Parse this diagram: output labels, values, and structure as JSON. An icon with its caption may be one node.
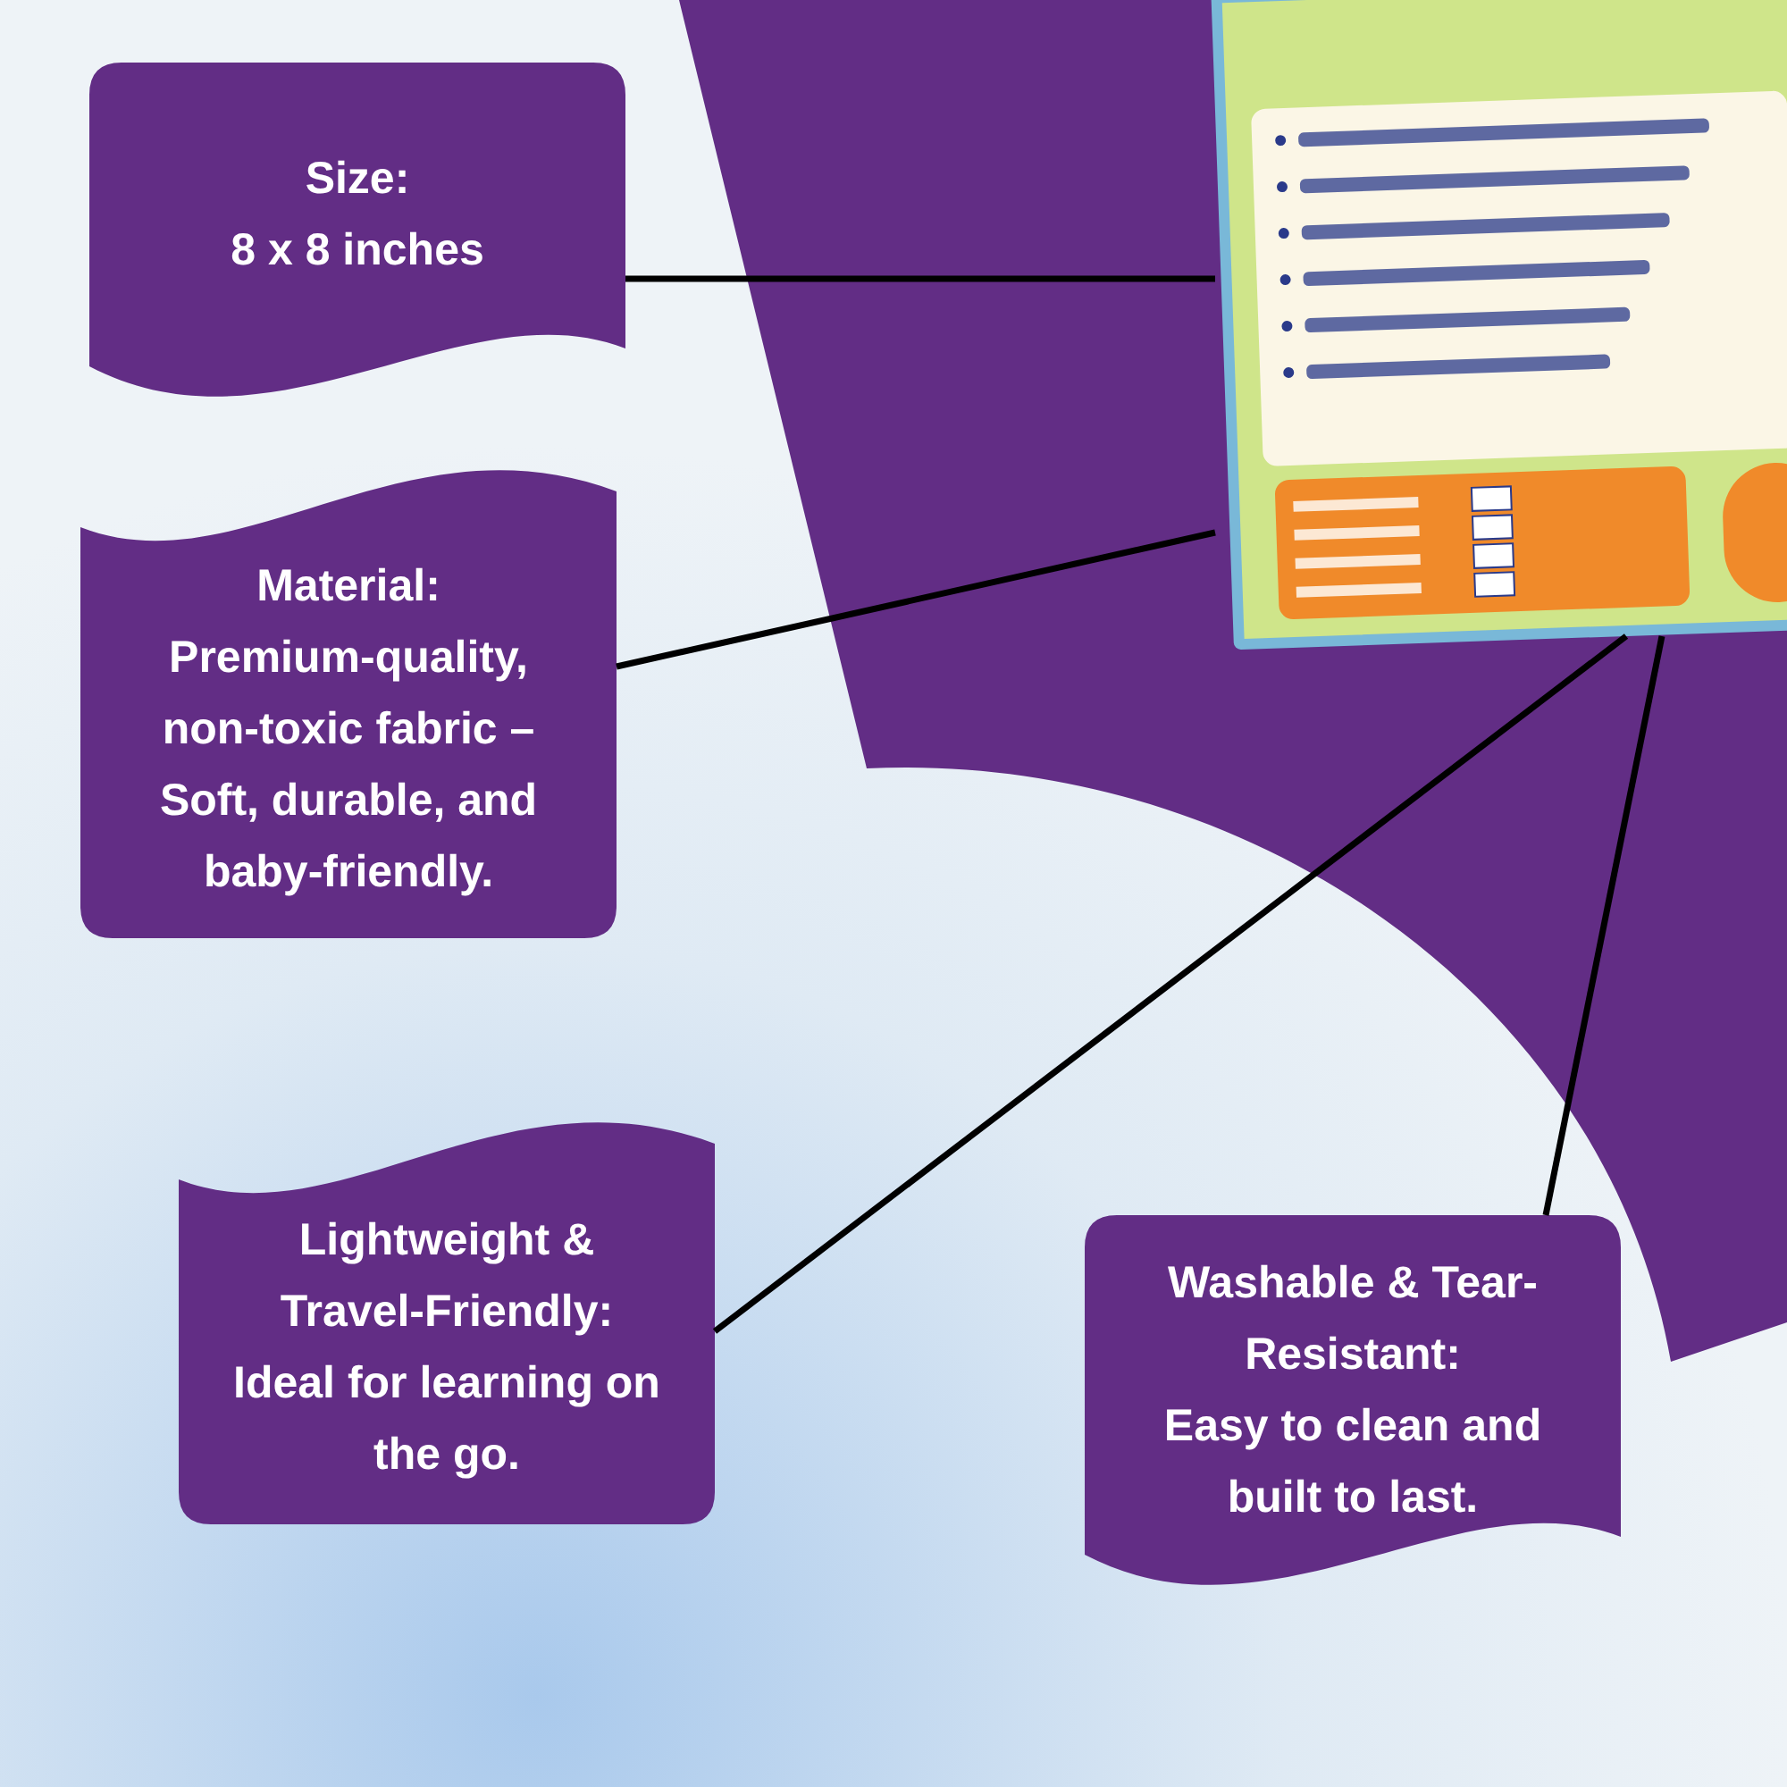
{
  "diagram": {
    "nodes": [
      {
        "text": [
          "Size:",
          "8 x 8 inches"
        ]
      },
      {
        "text": [
          "Material:",
          "Premium-quality, non-toxic fabric – Soft, durable, and baby-friendly."
        ]
      },
      {
        "text": [
          "Lightweight & Travel-Friendly:",
          "Ideal for learning on the go."
        ]
      },
      {
        "text": [
          "Washable & Tear-Resistant:",
          "Easy to clean and built to last."
        ]
      },
      {
        "text": [],
        "shape": "picture"
      }
    ],
    "edges": [
      {
        "from": 0,
        "to": 4,
        "arrow": "none"
      },
      {
        "from": 1,
        "to": 4,
        "arrow": "none"
      },
      {
        "from": 2,
        "to": 4,
        "arrow": "none"
      },
      {
        "from": 3,
        "to": 4,
        "arrow": "none"
      }
    ]
  }
}
